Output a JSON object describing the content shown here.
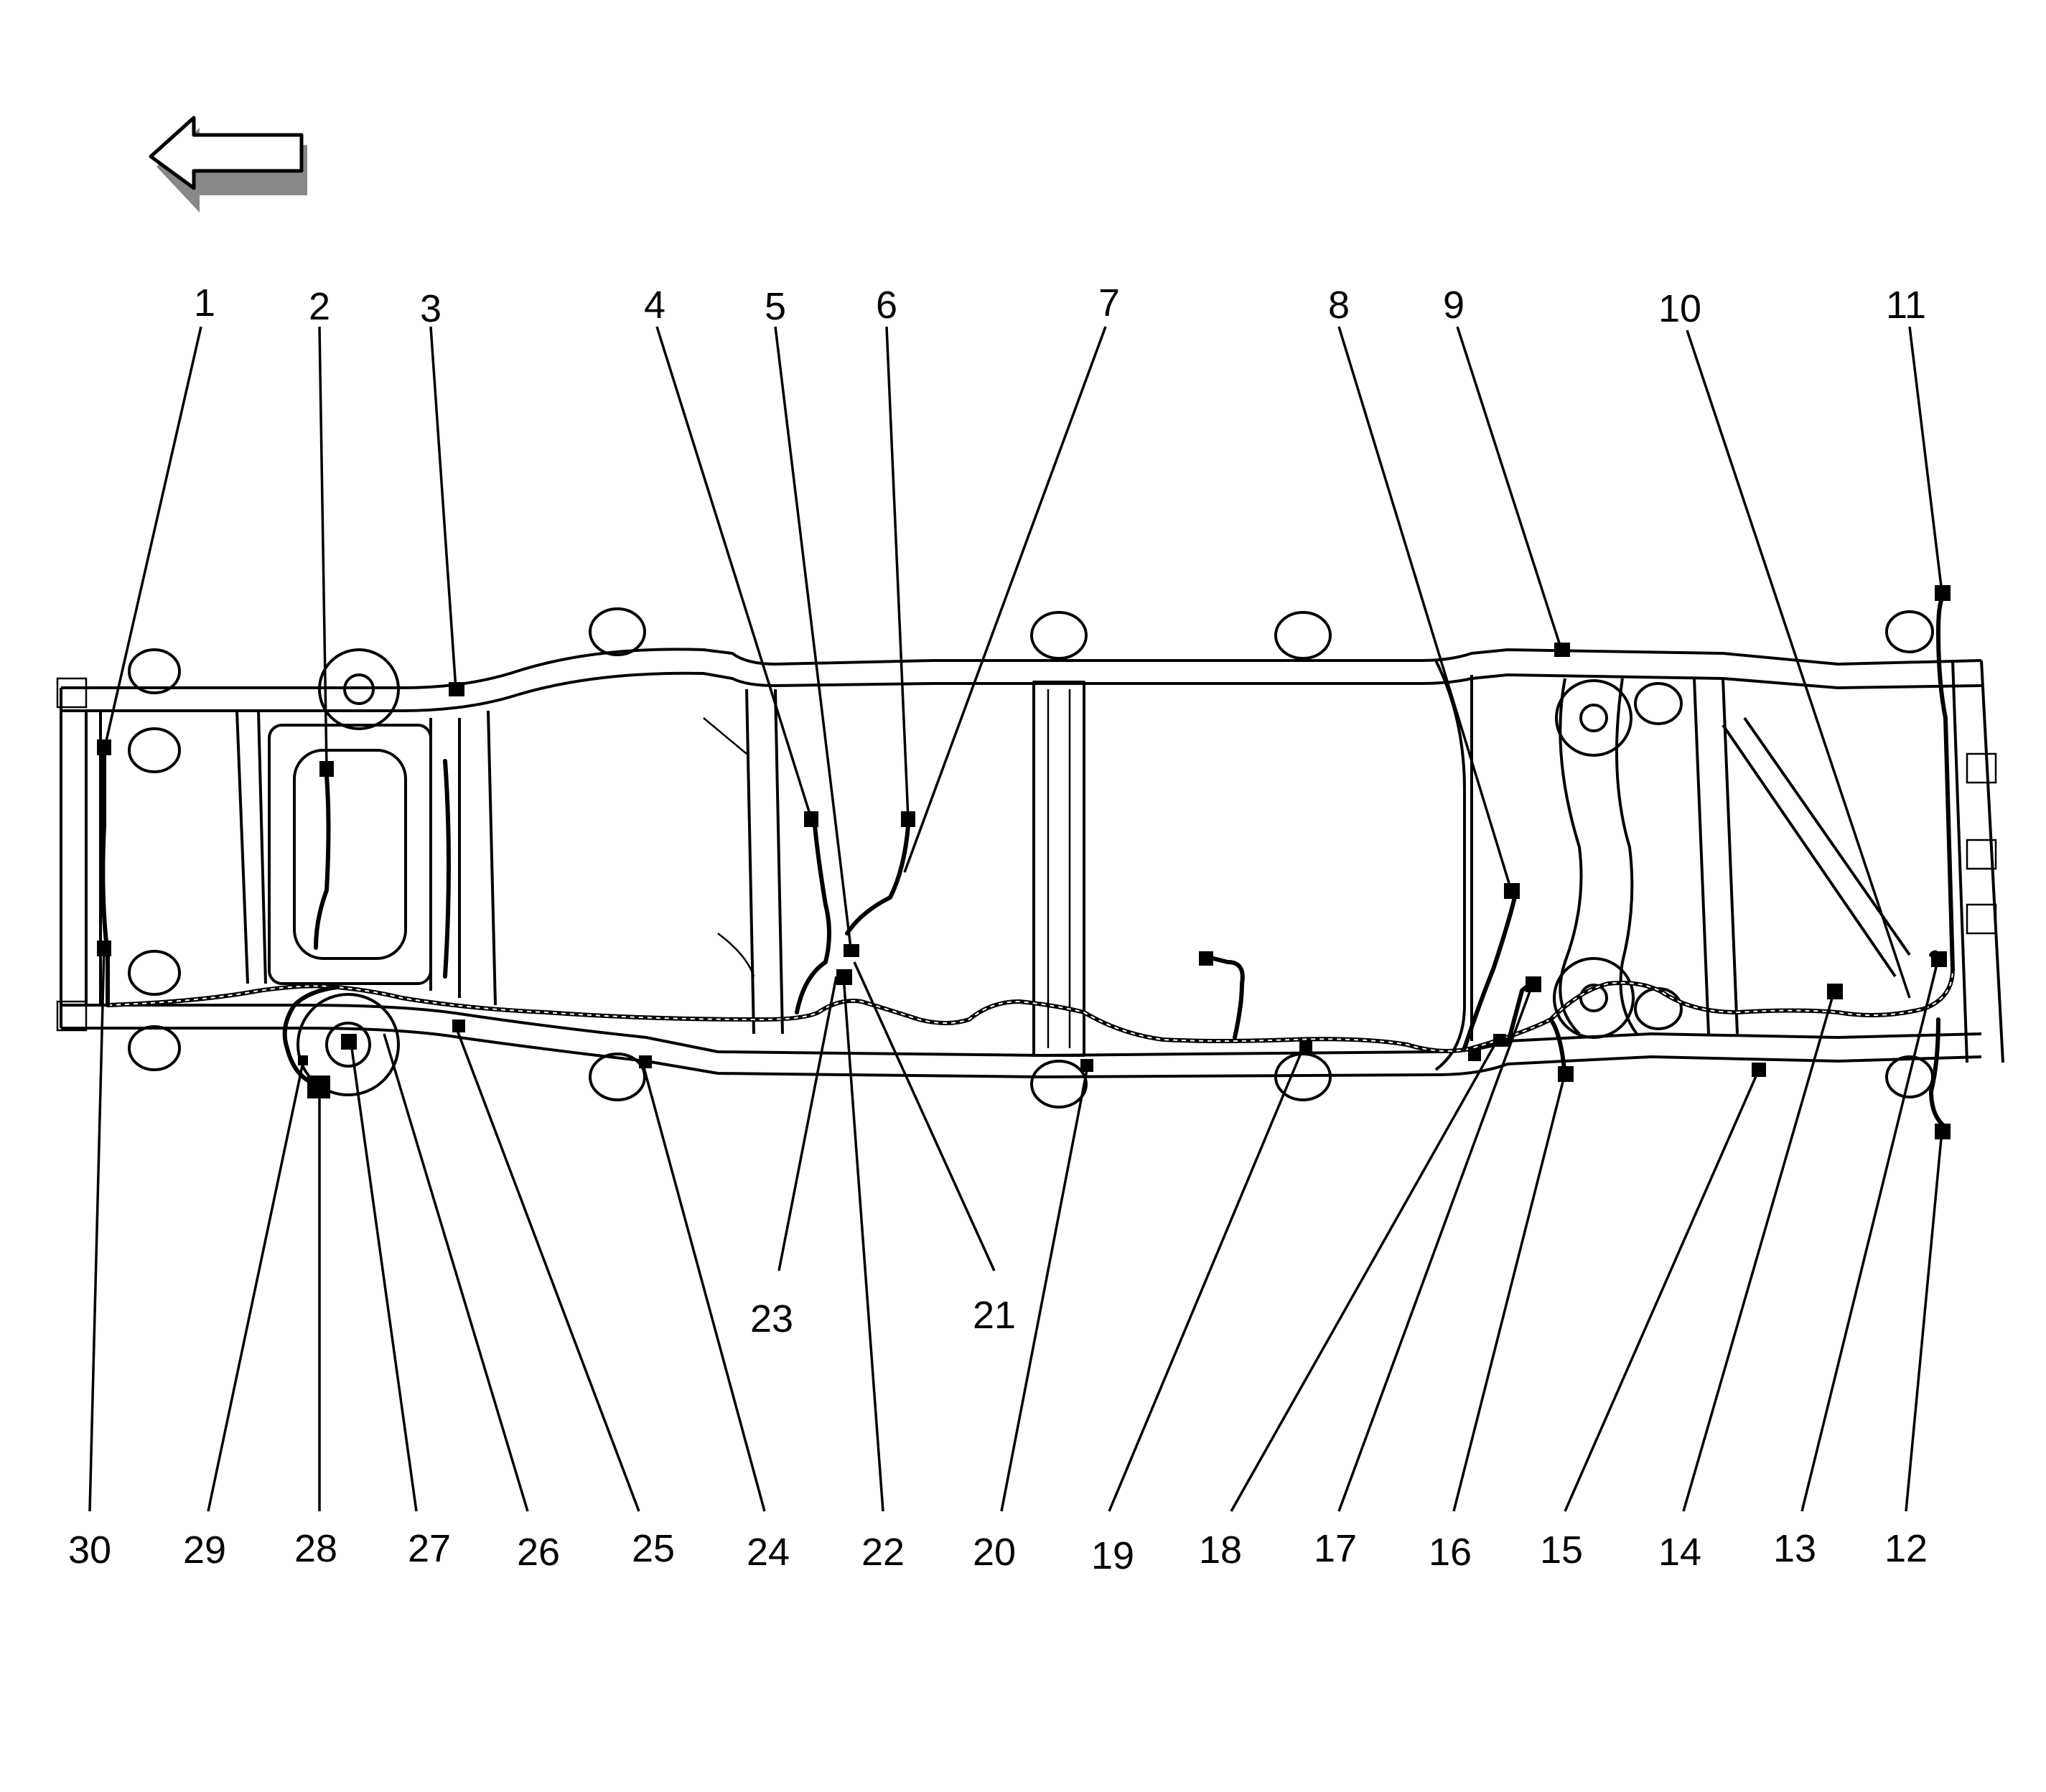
{
  "callouts": {
    "c1": "1",
    "c2": "2",
    "c3": "3",
    "c4": "4",
    "c5": "5",
    "c6": "6",
    "c7": "7",
    "c8": "8",
    "c9": "9",
    "c10": "10",
    "c11": "11",
    "c12": "12",
    "c13": "13",
    "c14": "14",
    "c15": "15",
    "c16": "16",
    "c17": "17",
    "c18": "18",
    "c19": "19",
    "c20": "20",
    "c21": "21",
    "c22": "22",
    "c23": "23",
    "c24": "24",
    "c25": "25",
    "c26": "26",
    "c27": "27",
    "c28": "28",
    "c29": "29",
    "c30": "30"
  },
  "direction_arrow": {
    "icon": "left-arrow-icon",
    "points": "left"
  },
  "colors": {
    "ink": "#000000",
    "background": "#ffffff"
  }
}
